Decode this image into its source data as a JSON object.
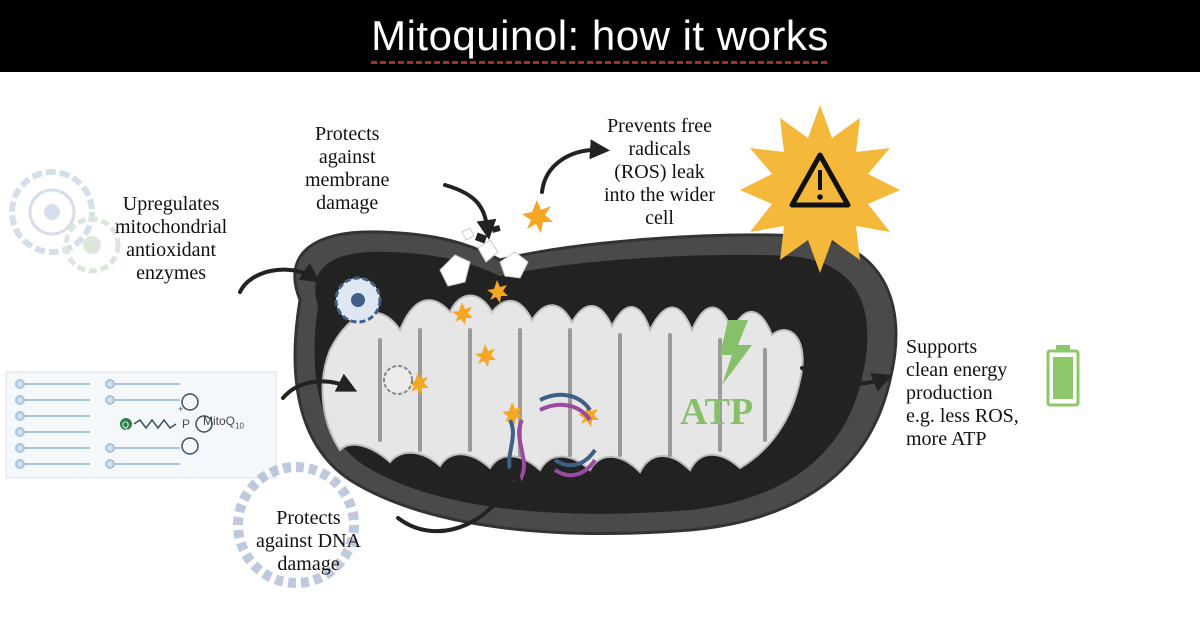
{
  "title": "Mitoquinol: how it works",
  "labels": {
    "membrane": [
      "Protects",
      "against",
      "membrane",
      "damage"
    ],
    "ros": [
      "Prevents free",
      "radicals",
      "(ROS) leak",
      "into the wider",
      "cell"
    ],
    "enzymes": [
      "Upregulates",
      "mitochondrial",
      "antioxidant",
      "enzymes"
    ],
    "energy": [
      "Supports",
      "clean energy",
      "production",
      "e.g. less ROS,",
      "more ATP"
    ],
    "dna": [
      "Protects",
      "against DNA",
      "damage"
    ]
  },
  "atp_label": "ATP",
  "molecule": {
    "label": "MitoQ",
    "subscript": "10",
    "q_marker": "Q",
    "charge": "+",
    "atom": "P"
  },
  "colors": {
    "title_bg": "#000000",
    "warning_sun": "#f4b93a",
    "battery": "#8cc86a",
    "atp": "#86c06a",
    "mito_outer": "#3a3a3a",
    "mito_inner": "#222222",
    "cristae": "#e6e6e6",
    "ros_spark": "#f5a623"
  },
  "icons": [
    "warning-icon",
    "battery-icon",
    "enzyme-icon",
    "lightning-icon",
    "dna-icon",
    "arrow-icon"
  ]
}
